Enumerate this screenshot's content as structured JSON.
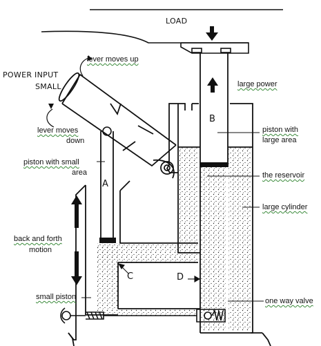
{
  "labels": {
    "load": "LOAD",
    "lever_moves_up": "lever moves up",
    "power_input_line1": "POWER INPUT",
    "power_input_line2": "SMALL",
    "large_power": "large power",
    "lever_moves_down_line1": "lever moves",
    "lever_moves_down_line2": "down",
    "piston_small_line1": "piston with small",
    "piston_small_line2": "area",
    "piston_large_line1": "piston with",
    "piston_large_line2": "large area",
    "reservoir": "the reservoir",
    "large_cylinder": "large cylinder",
    "back_forth_line1": "back and forth",
    "back_forth_line2": "motion",
    "small_piston": "small piston",
    "one_way_valve": "one way valve"
  },
  "markers": {
    "a": "A",
    "b": "B",
    "c": "C",
    "d": "D"
  }
}
